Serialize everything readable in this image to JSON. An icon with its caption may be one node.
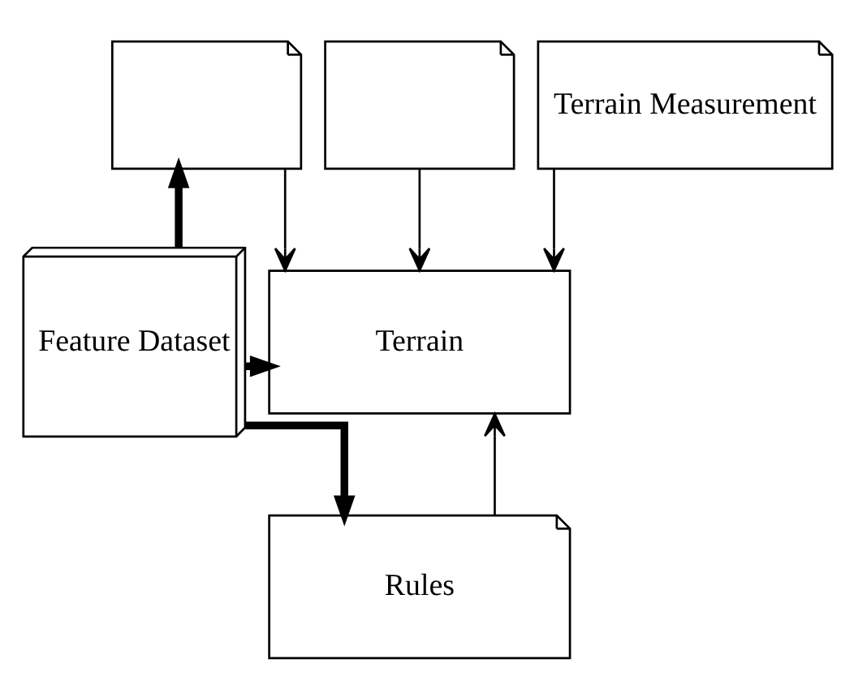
{
  "diagram": {
    "nodes": [
      {
        "text": [
          "Feature Dataset"
        ]
      },
      {
        "text": [],
        "shape": "document"
      },
      {
        "text": [],
        "shape": "document"
      },
      {
        "text": [
          "Terrain Measurement"
        ]
      },
      {
        "text": [
          "Terrain"
        ]
      },
      {
        "text": [
          "Rules"
        ]
      }
    ],
    "edges": [
      {
        "from": 0,
        "to": 1,
        "arrow": "to",
        "style": "thick"
      },
      {
        "from": 0,
        "to": 4,
        "arrow": "to",
        "style": "thick"
      },
      {
        "from": 0,
        "to": 5,
        "arrow": "to",
        "style": "thick"
      },
      {
        "from": 1,
        "to": 4,
        "arrow": "to"
      },
      {
        "from": 2,
        "to": 4,
        "arrow": "to"
      },
      {
        "from": 3,
        "to": 4,
        "arrow": "to"
      },
      {
        "from": 5,
        "to": 4,
        "arrow": "to"
      }
    ]
  }
}
